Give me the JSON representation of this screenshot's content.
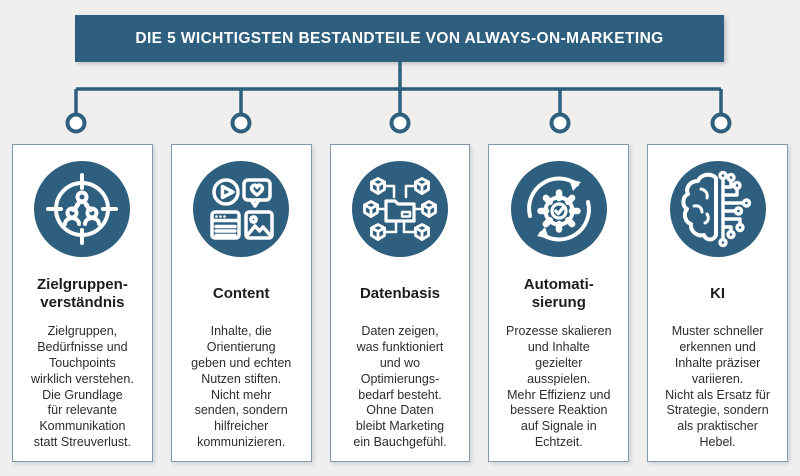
{
  "banner": {
    "title": "DIE 5 WICHTIGSTEN BESTANDTEILE VON ALWAYS-ON-MARKETING"
  },
  "colors": {
    "accent": "#2e5f7e",
    "background": "#f0efee",
    "card_border": "#7e9aae",
    "card_bg": "#ffffff",
    "banner_text": "#ffffff",
    "title_text": "#1d1d1d",
    "body_text": "#2d2d2d"
  },
  "cards": [
    {
      "icon": "target-audience-icon",
      "title": "Zielgruppen-\nverständnis",
      "body": "Zielgruppen,\nBedürfnisse und\nTouchpoints\nwirklich verstehen.\nDie Grundlage\nfür relevante\nKommunikation\nstatt Streuverlust."
    },
    {
      "icon": "content-media-icon",
      "title": "Content",
      "body": "Inhalte, die\nOrientierung\ngeben und echten\nNutzen stiften.\nNicht mehr\nsenden, sondern\nhilfreicher\nkommunizieren."
    },
    {
      "icon": "data-network-icon",
      "title": "Datenbasis",
      "body": "Daten zeigen,\nwas funktioniert\nund wo\nOptimierungs-\nbedarf besteht.\nOhne Daten\nbleibt Marketing\nein Bauchgefühl."
    },
    {
      "icon": "automation-gear-icon",
      "title": "Automati-\nsierung",
      "body": "Prozesse skalieren\nund Inhalte\ngezielter\nausspielen.\nMehr Effizienz und\nbessere Reaktion\nauf Signale in\nEchtzeit."
    },
    {
      "icon": "ai-brain-icon",
      "title": "KI",
      "body": "Muster schneller\nerkennen und\nInhalte präziser\nvariieren.\nNicht als Ersatz für\nStrategie, sondern\nals praktischer\nHebel."
    }
  ]
}
